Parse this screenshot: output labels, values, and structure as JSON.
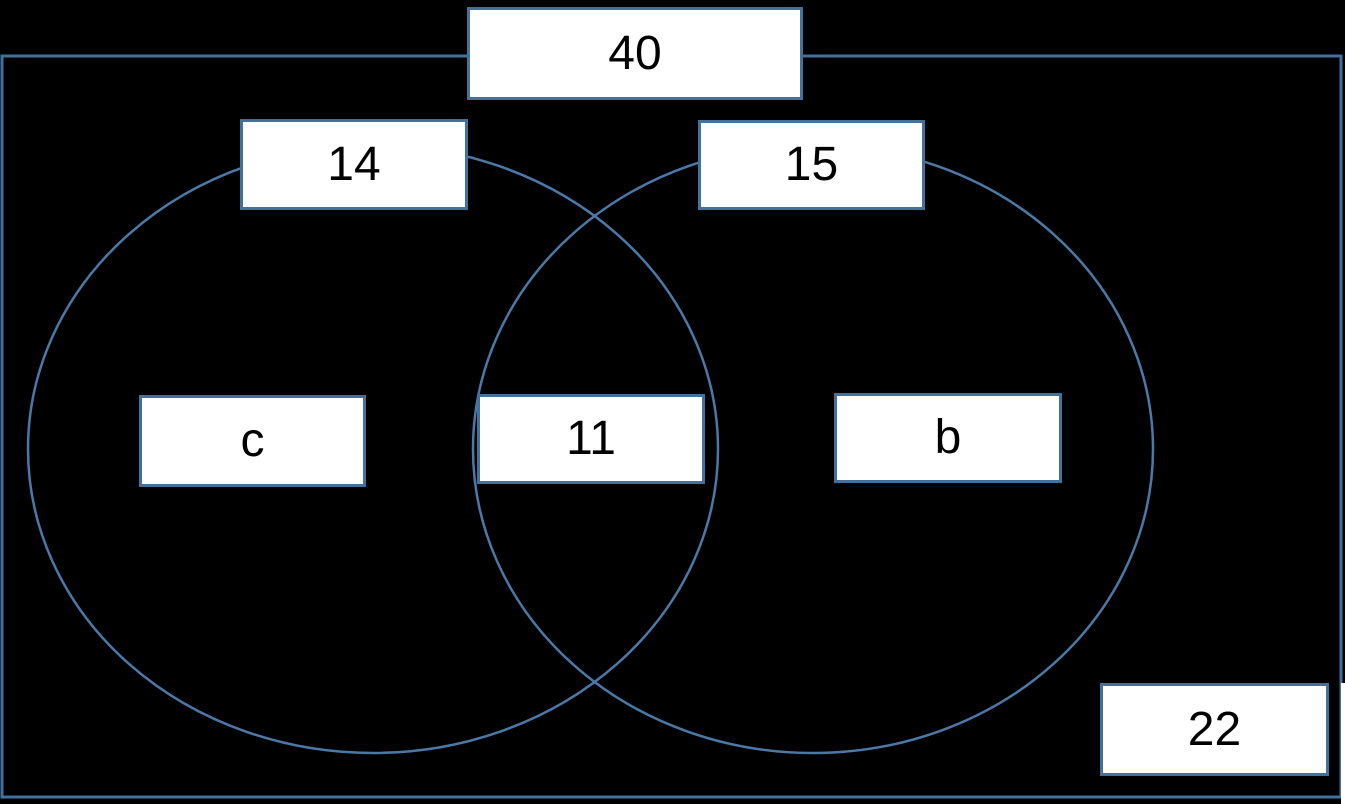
{
  "figure": {
    "type": "venn-diagram",
    "description": "Two-set Venn diagram on black background with labeled count boxes",
    "colors": {
      "background": "#000000",
      "outer_rect_border": "#41719C",
      "circle_stroke": "#4A79A8",
      "box_border": "#41719C",
      "box_fill": "#FFFFFF",
      "text": "#000000"
    }
  },
  "venn": {
    "universe_total": "40",
    "left_circle_total": "14",
    "right_circle_total": "15",
    "left_only": "c",
    "intersection": "11",
    "right_only": "b",
    "outside": "22"
  }
}
